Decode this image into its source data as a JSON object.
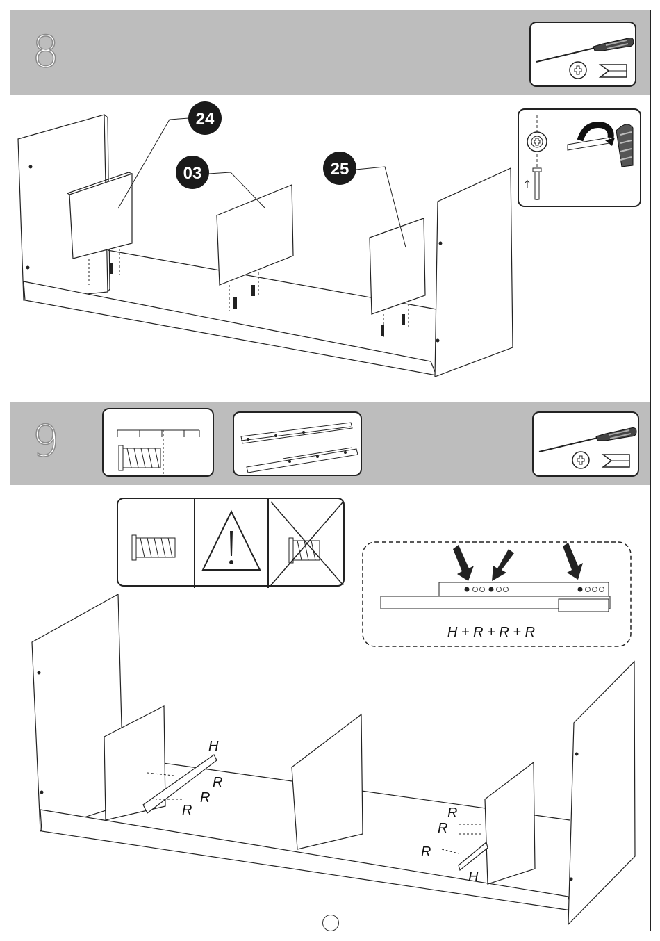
{
  "step8": {
    "number": "8",
    "parts": {
      "p24": "24",
      "p03": "03",
      "p25": "25"
    }
  },
  "step9": {
    "number": "9",
    "hardware": {
      "h1": "H",
      "r1": "R",
      "r2": "R",
      "r3": "R",
      "r4": "R",
      "r5": "R",
      "r6": "R",
      "h2": "H"
    },
    "formula": "H + R + R + R"
  },
  "icons": [
    "screwdriver-icon",
    "phillips-head-icon",
    "flat-head-icon",
    "cam-lock-icon",
    "dowel-icon",
    "warning-icon",
    "screw-icon",
    "drawer-slide-icon",
    "ruler-icon"
  ],
  "colors": {
    "band": "#bdbdbd",
    "line": "#222222",
    "label_bg": "#1a1a1a"
  }
}
